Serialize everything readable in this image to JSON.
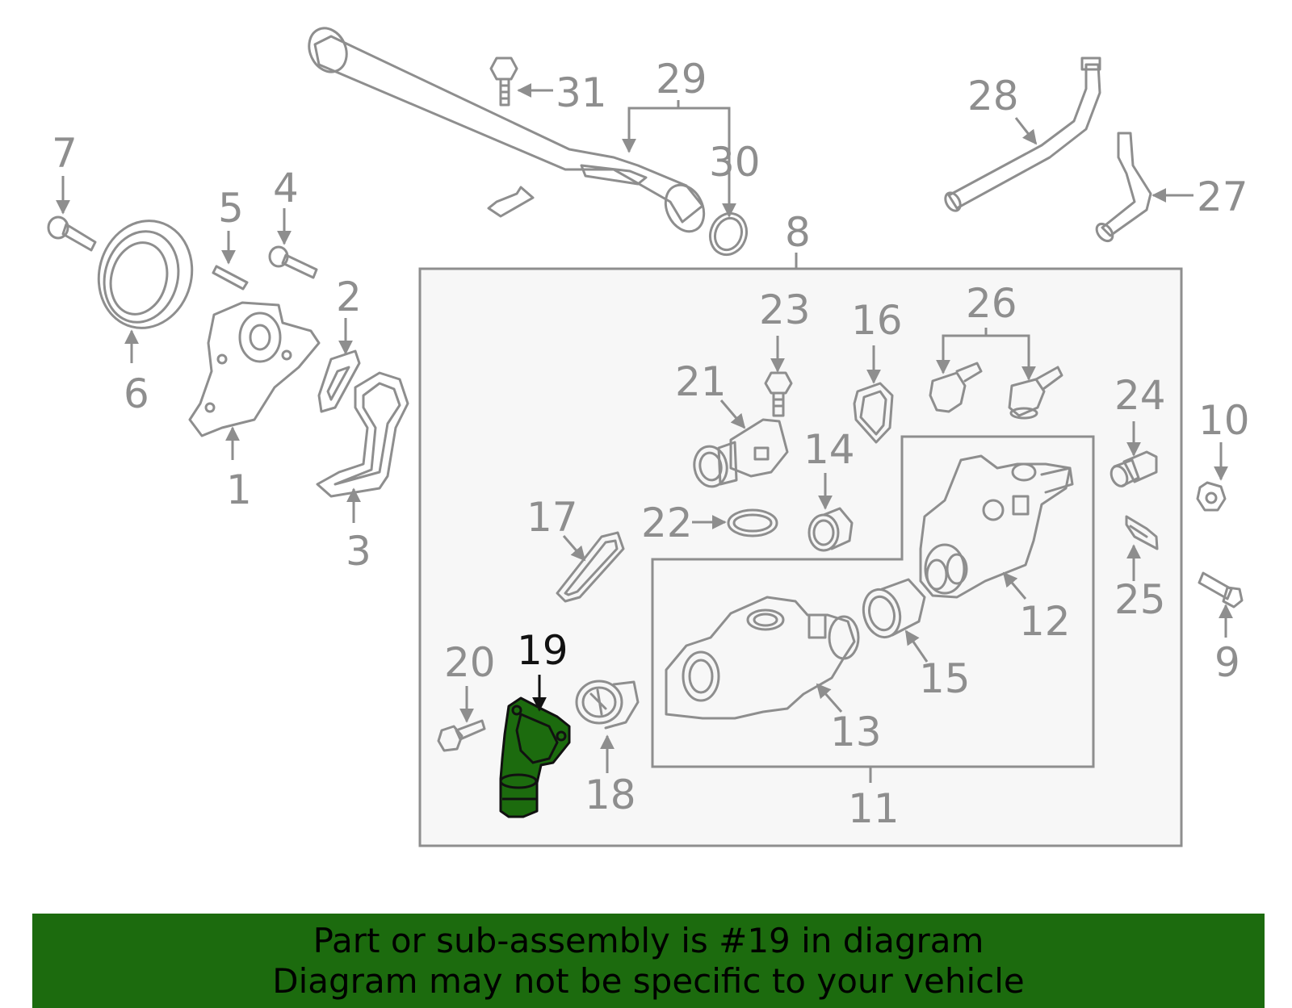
{
  "colors": {
    "line": "#8e8e8e",
    "highlight_fill": "#1c6b0e",
    "highlight_text": "#111111",
    "banner_bg": "#1c6b0e",
    "box_bg": "#f7f7f7"
  },
  "labels": {
    "p1": "1",
    "p2": "2",
    "p3": "3",
    "p4": "4",
    "p5": "5",
    "p6": "6",
    "p7": "7",
    "p8": "8",
    "p9": "9",
    "p10": "10",
    "p11": "11",
    "p12": "12",
    "p13": "13",
    "p14": "14",
    "p15": "15",
    "p16": "16",
    "p17": "17",
    "p18": "18",
    "p19": "19",
    "p20": "20",
    "p21": "21",
    "p22": "22",
    "p23": "23",
    "p24": "24",
    "p25": "25",
    "p26": "26",
    "p27": "27",
    "p28": "28",
    "p29": "29",
    "p30": "30",
    "p31": "31"
  },
  "highlighted_part": "19",
  "banner": {
    "line1": "Part or sub-assembly is #19 in diagram",
    "line2": "Diagram may not be specific to your vehicle"
  }
}
